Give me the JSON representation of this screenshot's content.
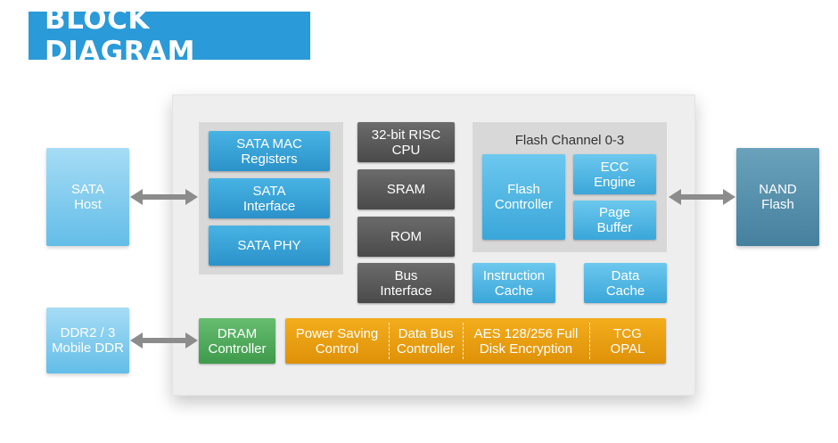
{
  "title": "BLOCK DIAGRAM",
  "colors": {
    "banner": "#2a9ad8",
    "block_blue": "#3aa2d6",
    "block_gray": "#5a5a5a",
    "block_green": "#4eab5b",
    "block_orange": "#eaa012",
    "host_light_blue": "#86cdef",
    "nand_teal": "#5a93ae",
    "arrow": "#8c8c8c"
  },
  "external": {
    "sata_host": "SATA\nHost",
    "nand_flash": "NAND\nFlash",
    "dram": "DDR2 / 3\nMobile DDR"
  },
  "sata_group": {
    "mac_registers": "SATA MAC\nRegisters",
    "interface": "SATA\nInterface",
    "phy": "SATA PHY"
  },
  "core": {
    "cpu": "32-bit RISC\nCPU",
    "sram": "SRAM",
    "rom": "ROM",
    "bus_interface": "Bus\nInterface"
  },
  "flash_group": {
    "title": "Flash Channel 0-3",
    "controller": "Flash\nController",
    "ecc": "ECC\nEngine",
    "page_buffer": "Page\nBuffer"
  },
  "caches": {
    "instruction": "Instruction\nCache",
    "data": "Data\nCache"
  },
  "dram_controller": "DRAM\nController",
  "orange_bar": {
    "power_saving": "Power Saving\nControl",
    "data_bus": "Data Bus\nController",
    "aes": "AES 128/256 Full\nDisk Encryption",
    "tcg": "TCG\nOPAL"
  }
}
